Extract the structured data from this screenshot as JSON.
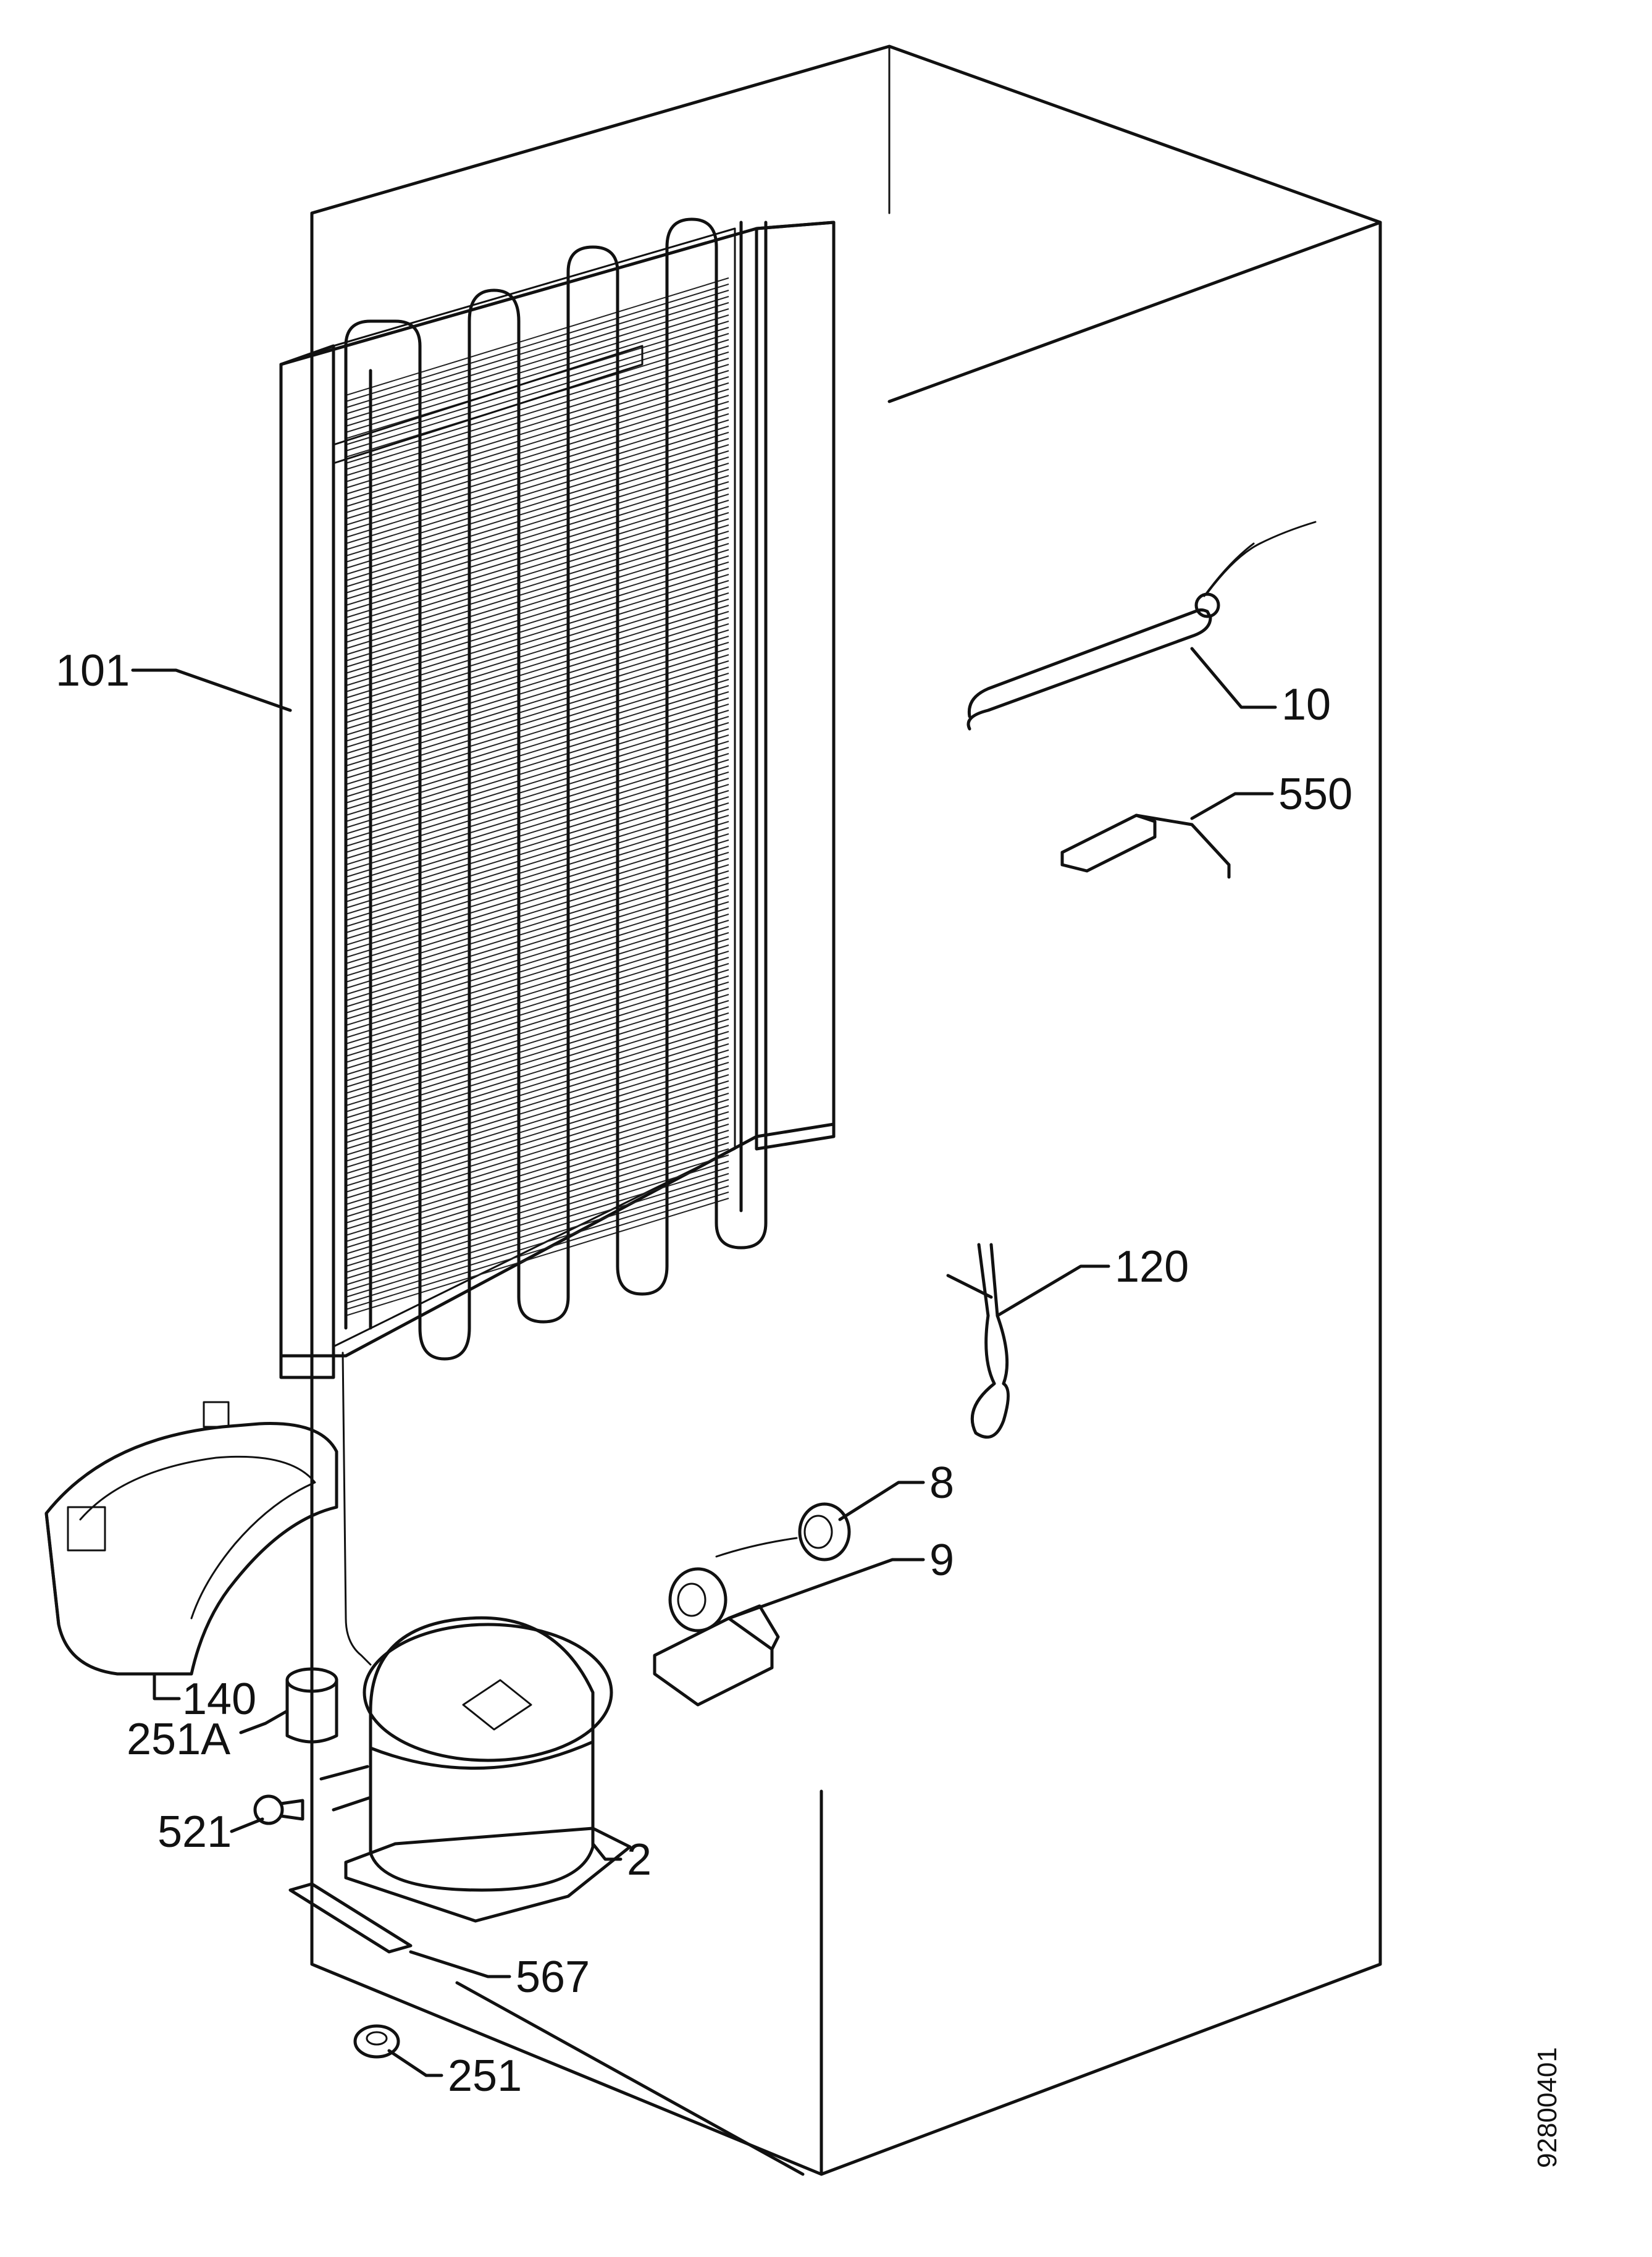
{
  "labels": {
    "p101": "101",
    "p10": "10",
    "p550": "550",
    "p120": "120",
    "p8": "8",
    "p9": "9",
    "p140": "140",
    "p251a": "251A",
    "p521": "521",
    "p2": "2",
    "p567": "567",
    "p251": "251"
  },
  "doc_id": "92800401"
}
